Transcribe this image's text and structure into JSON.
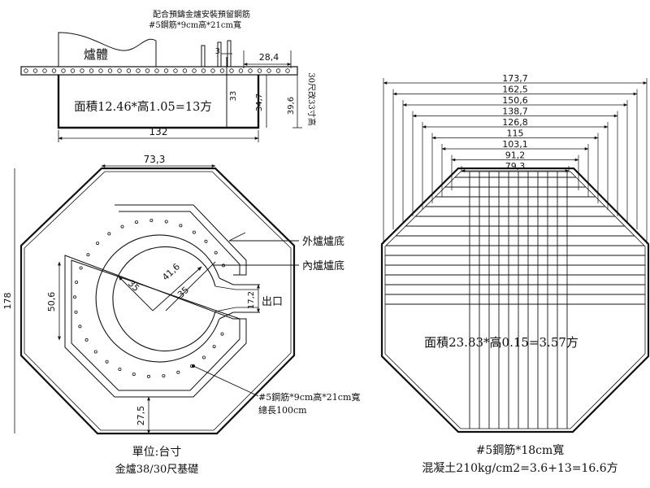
{
  "section": {
    "note_line1": "配合預鑄金爐安裝預留鋼筋",
    "note_line2": "#5鋼筋*9cm高*21cm寬",
    "furnace_label": "爐體",
    "dim_3": "3",
    "dim_28_4": "28,4",
    "dim_33": "33",
    "dim_34_7": "34,7",
    "dim_39_6": "39,6",
    "side_note": "30尺改33寸高",
    "area_formula": "面積12.46*高1.05=13方",
    "dim_132": "132"
  },
  "plan_left": {
    "dim_73_3": "73,3",
    "dim_178": "178",
    "dim_50_6": "50,6",
    "dim_41_6": "41,6",
    "dim_35a": "35",
    "dim_35b": "35",
    "dim_17_2": "17,2",
    "dim_27_5": "27,5",
    "outer_base": "外爐爐底",
    "inner_base": "內爐爐底",
    "outlet": "出口",
    "rebar_line1": "#5鋼筋*9cm高*21cm寬",
    "rebar_line2": "總長100cm",
    "unit": "單位:台寸",
    "foundation": "金爐38/30尺基礎"
  },
  "plan_right": {
    "dims": [
      "173,7",
      "162,5",
      "150,6",
      "138,7",
      "126,8",
      "115",
      "103,1",
      "91,2",
      "79,3"
    ],
    "area_formula": "面積23.83*高0.15=3.57方",
    "rebar_spec": "#5鋼筋*18cm寬",
    "concrete": "混凝土210kg/cm2=3.6+13=16.6方"
  }
}
